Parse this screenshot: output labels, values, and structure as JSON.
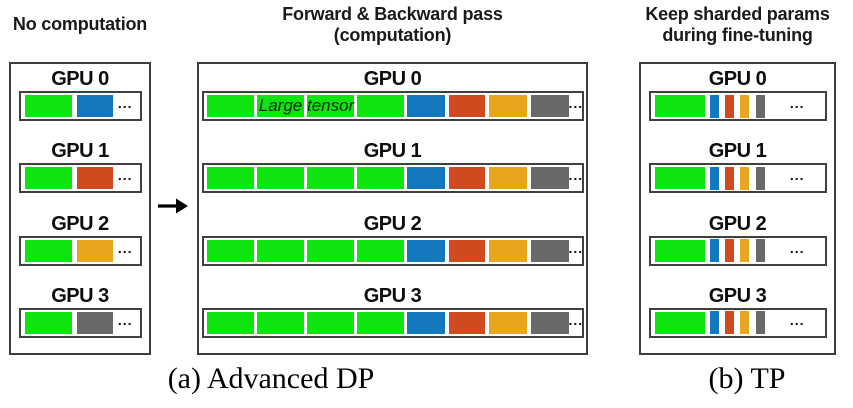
{
  "colors": {
    "green": "#0FE40F",
    "blue": "#1478BE",
    "red": "#D04A20",
    "yellow": "#EAA51F",
    "gray": "#696969"
  },
  "ellipsis": "...",
  "left_panel": {
    "title": "No computation",
    "gpus": [
      {
        "label": "GPU 0"
      },
      {
        "label": "GPU 1"
      },
      {
        "label": "GPU 2"
      },
      {
        "label": "GPU 3"
      }
    ]
  },
  "middle_panel": {
    "title_line1": "Forward & Backward pass",
    "title_line2": "(computation)",
    "large_tensor_label": "Large tensor",
    "gpus": [
      {
        "label": "GPU 0"
      },
      {
        "label": "GPU 1"
      },
      {
        "label": "GPU 2"
      },
      {
        "label": "GPU 3"
      }
    ]
  },
  "right_panel": {
    "title_line1": "Keep sharded params",
    "title_line2": "during fine-tuning",
    "gpus": [
      {
        "label": "GPU 0"
      },
      {
        "label": "GPU 1"
      },
      {
        "label": "GPU 2"
      },
      {
        "label": "GPU 3"
      }
    ]
  },
  "captions": {
    "a": "(a) Advanced DP",
    "b": "(b) TP"
  }
}
